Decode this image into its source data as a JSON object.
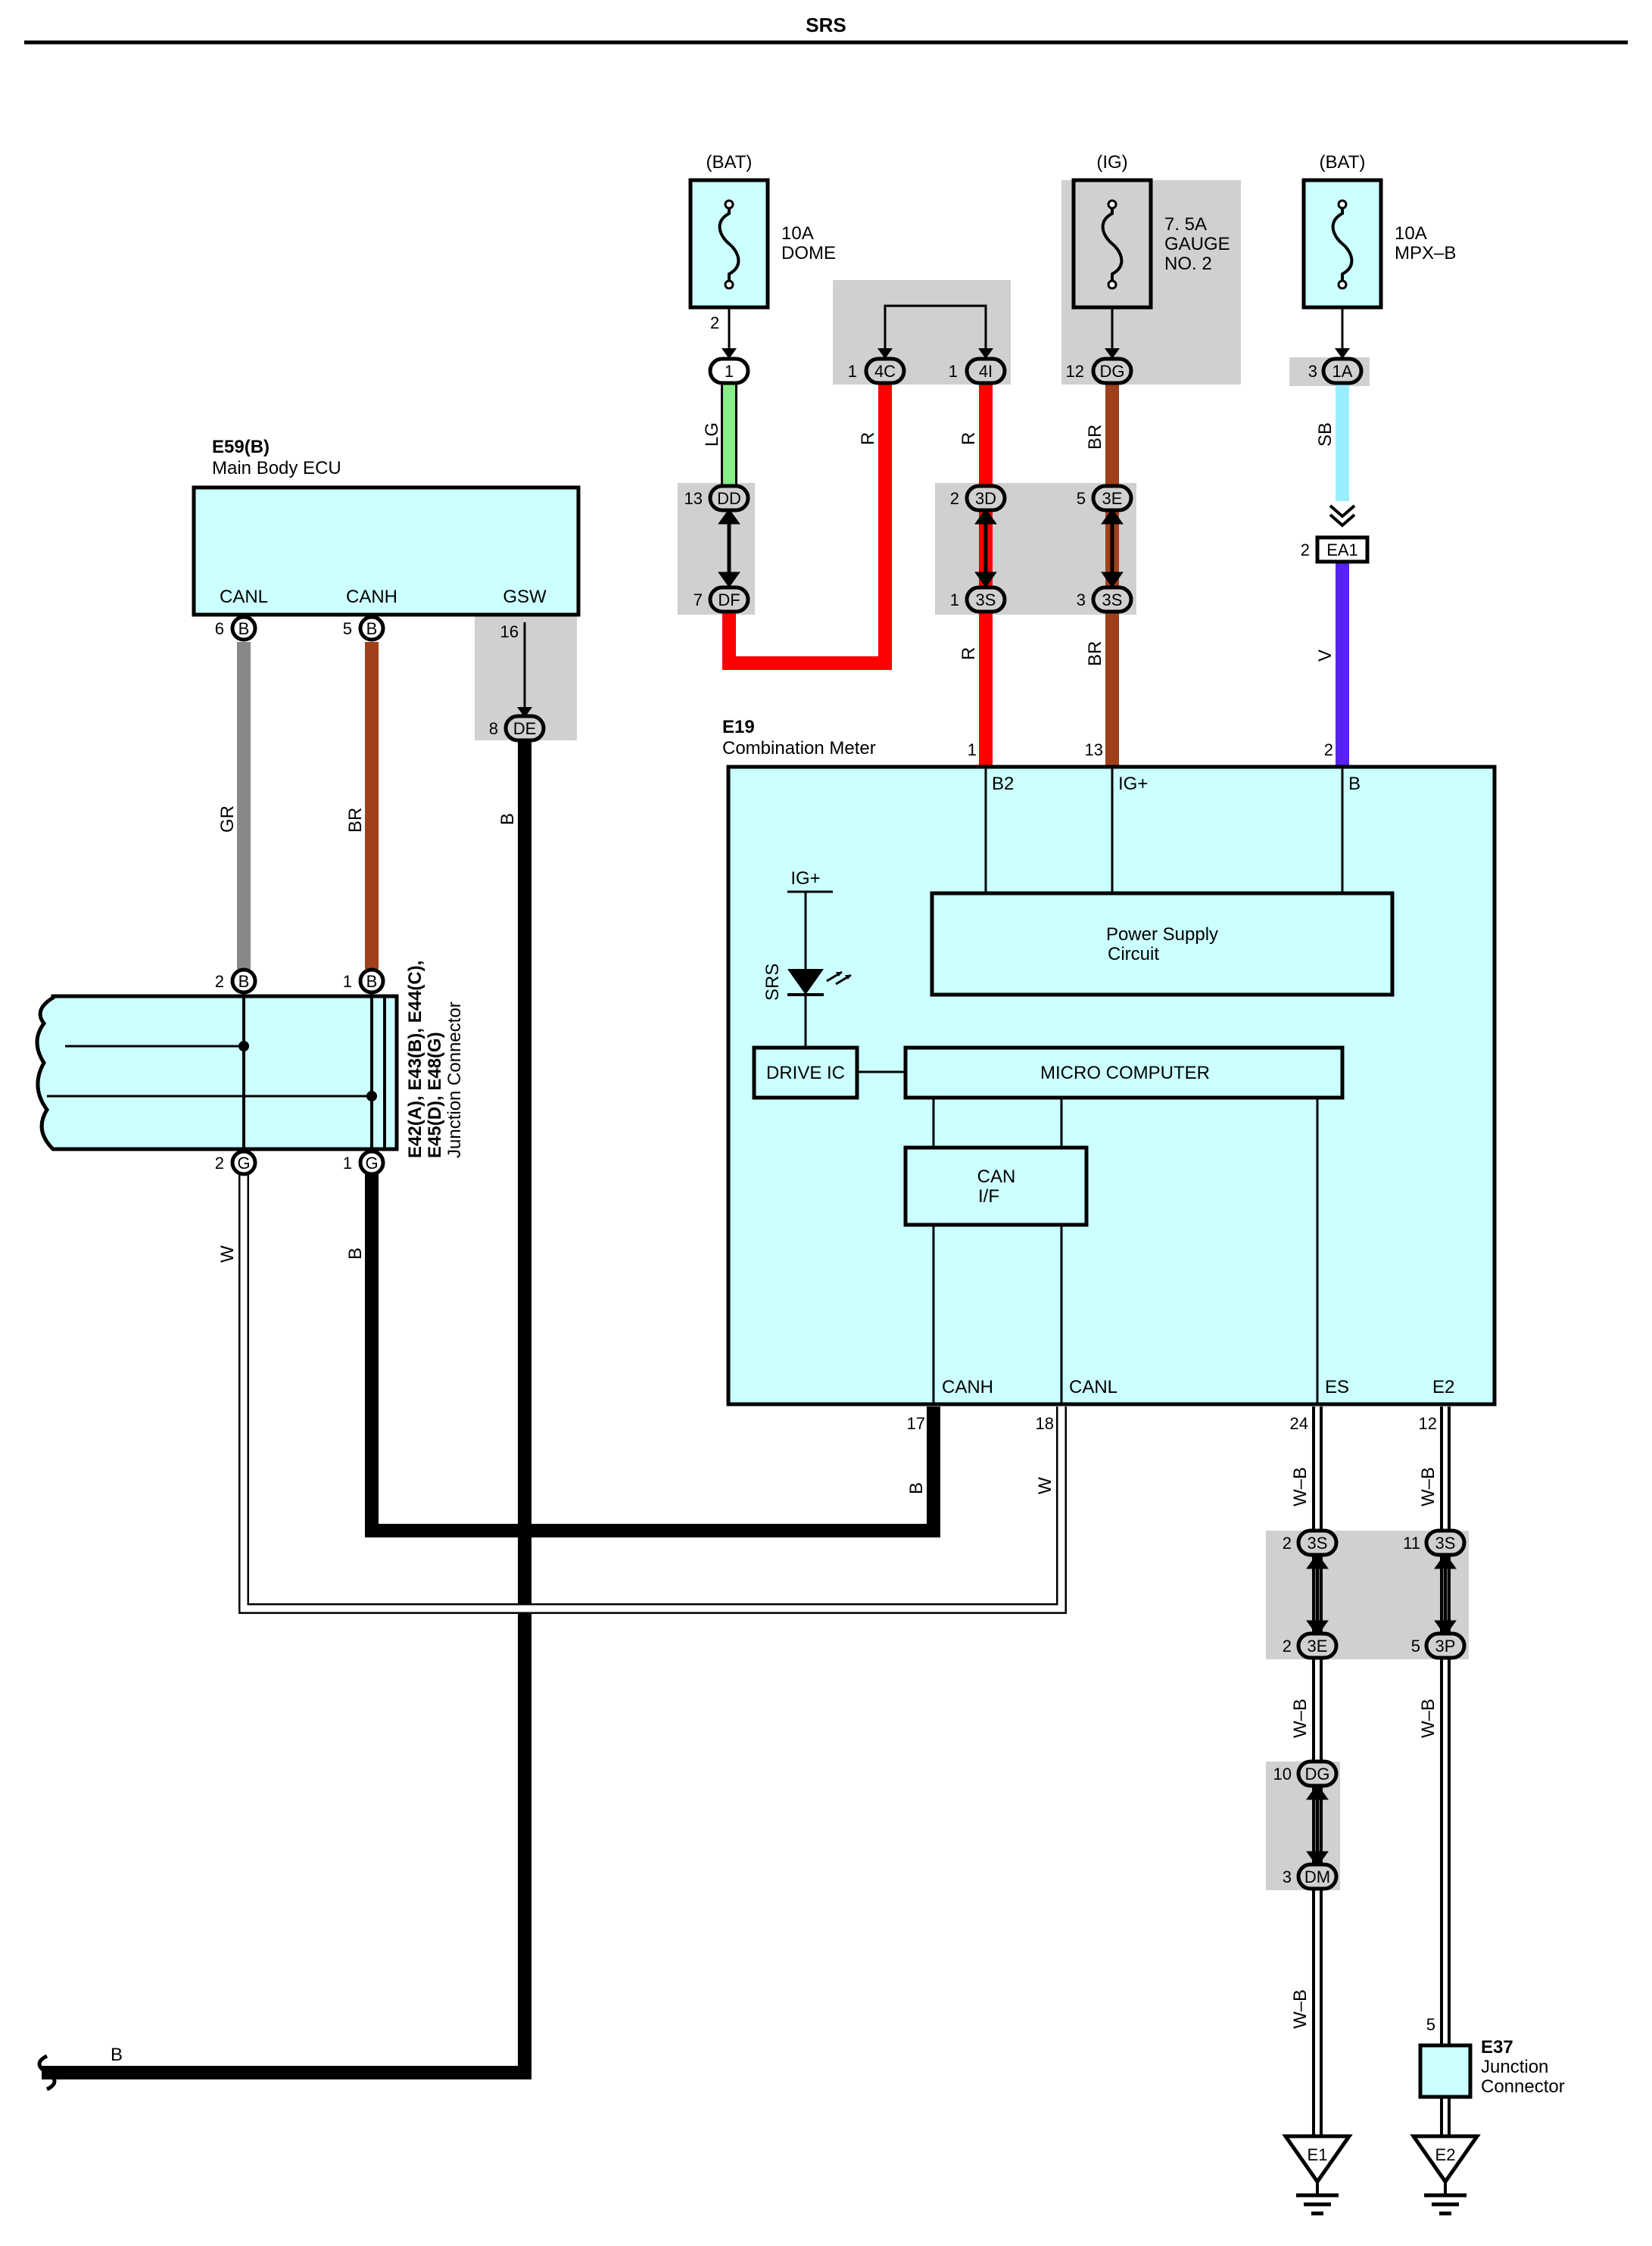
{
  "title": "SRS",
  "fuses": [
    {
      "supply": "(BAT)",
      "rating": "10A",
      "name": "DOME",
      "pin": "2"
    },
    {
      "supply": "(IG)",
      "rating": "7. 5A",
      "name": "GAUGE",
      "name2": "NO. 2"
    },
    {
      "supply": "(BAT)",
      "rating": "10A",
      "name": "MPX–B"
    }
  ],
  "ecu": {
    "id": "E59(B)",
    "name": "Main Body ECU",
    "pins": {
      "canl": "CANL",
      "canh": "CANH",
      "gsw": "GSW"
    },
    "pin_numbers": {
      "canl": "6",
      "canh": "5",
      "gsw": "16"
    },
    "pin_conn": "B"
  },
  "meter": {
    "id": "E19",
    "name": "Combination Meter",
    "top_pins": {
      "b2": "B2",
      "igp": "IG+",
      "b": "B"
    },
    "top_numbers": {
      "b2": "1",
      "igp": "13",
      "b": "2"
    },
    "bottom_pins": {
      "canh": "CANH",
      "canl": "CANL",
      "es": "ES",
      "e2": "E2"
    },
    "bottom_numbers": {
      "canh": "17",
      "canl": "18",
      "es": "24",
      "e2": "12"
    },
    "psu": "Power Supply",
    "psu2": "Circuit",
    "micro": "MICRO COMPUTER",
    "can_if": "CAN",
    "can_if2": "I/F",
    "drive_ic": "DRIVE IC",
    "ig": "IG+",
    "srs_lamp": "SRS"
  },
  "junction": {
    "ids": "E42(A), E43(B), E44(C),",
    "ids2": "E45(D), E48(G)",
    "name": "Junction Connector",
    "top": [
      {
        "num": "2",
        "conn": "B"
      },
      {
        "num": "1",
        "conn": "B"
      }
    ],
    "bottom": [
      {
        "num": "2",
        "conn": "G"
      },
      {
        "num": "1",
        "conn": "G"
      }
    ]
  },
  "e37": {
    "id": "E37",
    "name": "Junction",
    "name2": "Connector",
    "pin": "5"
  },
  "grounds": [
    "E1",
    "E2"
  ],
  "connectors": {
    "c1": {
      "num": "",
      "label": "1"
    },
    "c4c": {
      "num": "1",
      "label": "4C"
    },
    "c4i": {
      "num": "1",
      "label": "4I"
    },
    "cdg": {
      "num": "12",
      "label": "DG"
    },
    "c1a": {
      "num": "3",
      "label": "1A"
    },
    "cdd": {
      "num": "13",
      "label": "DD"
    },
    "cdf": {
      "num": "7",
      "label": "DF"
    },
    "c3d": {
      "num": "2",
      "label": "3D"
    },
    "c3s1": {
      "num": "1",
      "label": "3S"
    },
    "c3e": {
      "num": "5",
      "label": "3E"
    },
    "c3s3": {
      "num": "3",
      "label": "3S"
    },
    "cea1": {
      "num": "2",
      "label": "EA1"
    },
    "cde": {
      "num": "8",
      "label": "DE"
    },
    "c3s2": {
      "num": "2",
      "label": "3S"
    },
    "c3e2": {
      "num": "2",
      "label": "3E"
    },
    "c3s11": {
      "num": "11",
      "label": "3S"
    },
    "c3p": {
      "num": "5",
      "label": "3P"
    },
    "cdg10": {
      "num": "10",
      "label": "DG"
    },
    "cdm": {
      "num": "3",
      "label": "DM"
    }
  },
  "wires": {
    "lg": "LG",
    "r1": "R",
    "r2": "R",
    "r3": "R",
    "br1": "BR",
    "br2": "BR",
    "sb": "SB",
    "v": "V",
    "gr": "GR",
    "br3": "BR",
    "b1": "B",
    "w1": "W",
    "b2": "B",
    "b3": "B",
    "w2": "W",
    "wb1": "W–B",
    "wb2": "W–B",
    "wb3": "W–B",
    "wb4": "W–B",
    "wb5": "W–B",
    "b4": "B"
  },
  "colors": {
    "lg": "#88ee88",
    "r": "#ff0000",
    "br": "#a0401a",
    "sb": "#99eeff",
    "v": "#5522ee",
    "gr": "#888888",
    "b": "#000000",
    "w": "#ffffff",
    "box": "#ccffff",
    "shade": "#d0d0d0"
  }
}
